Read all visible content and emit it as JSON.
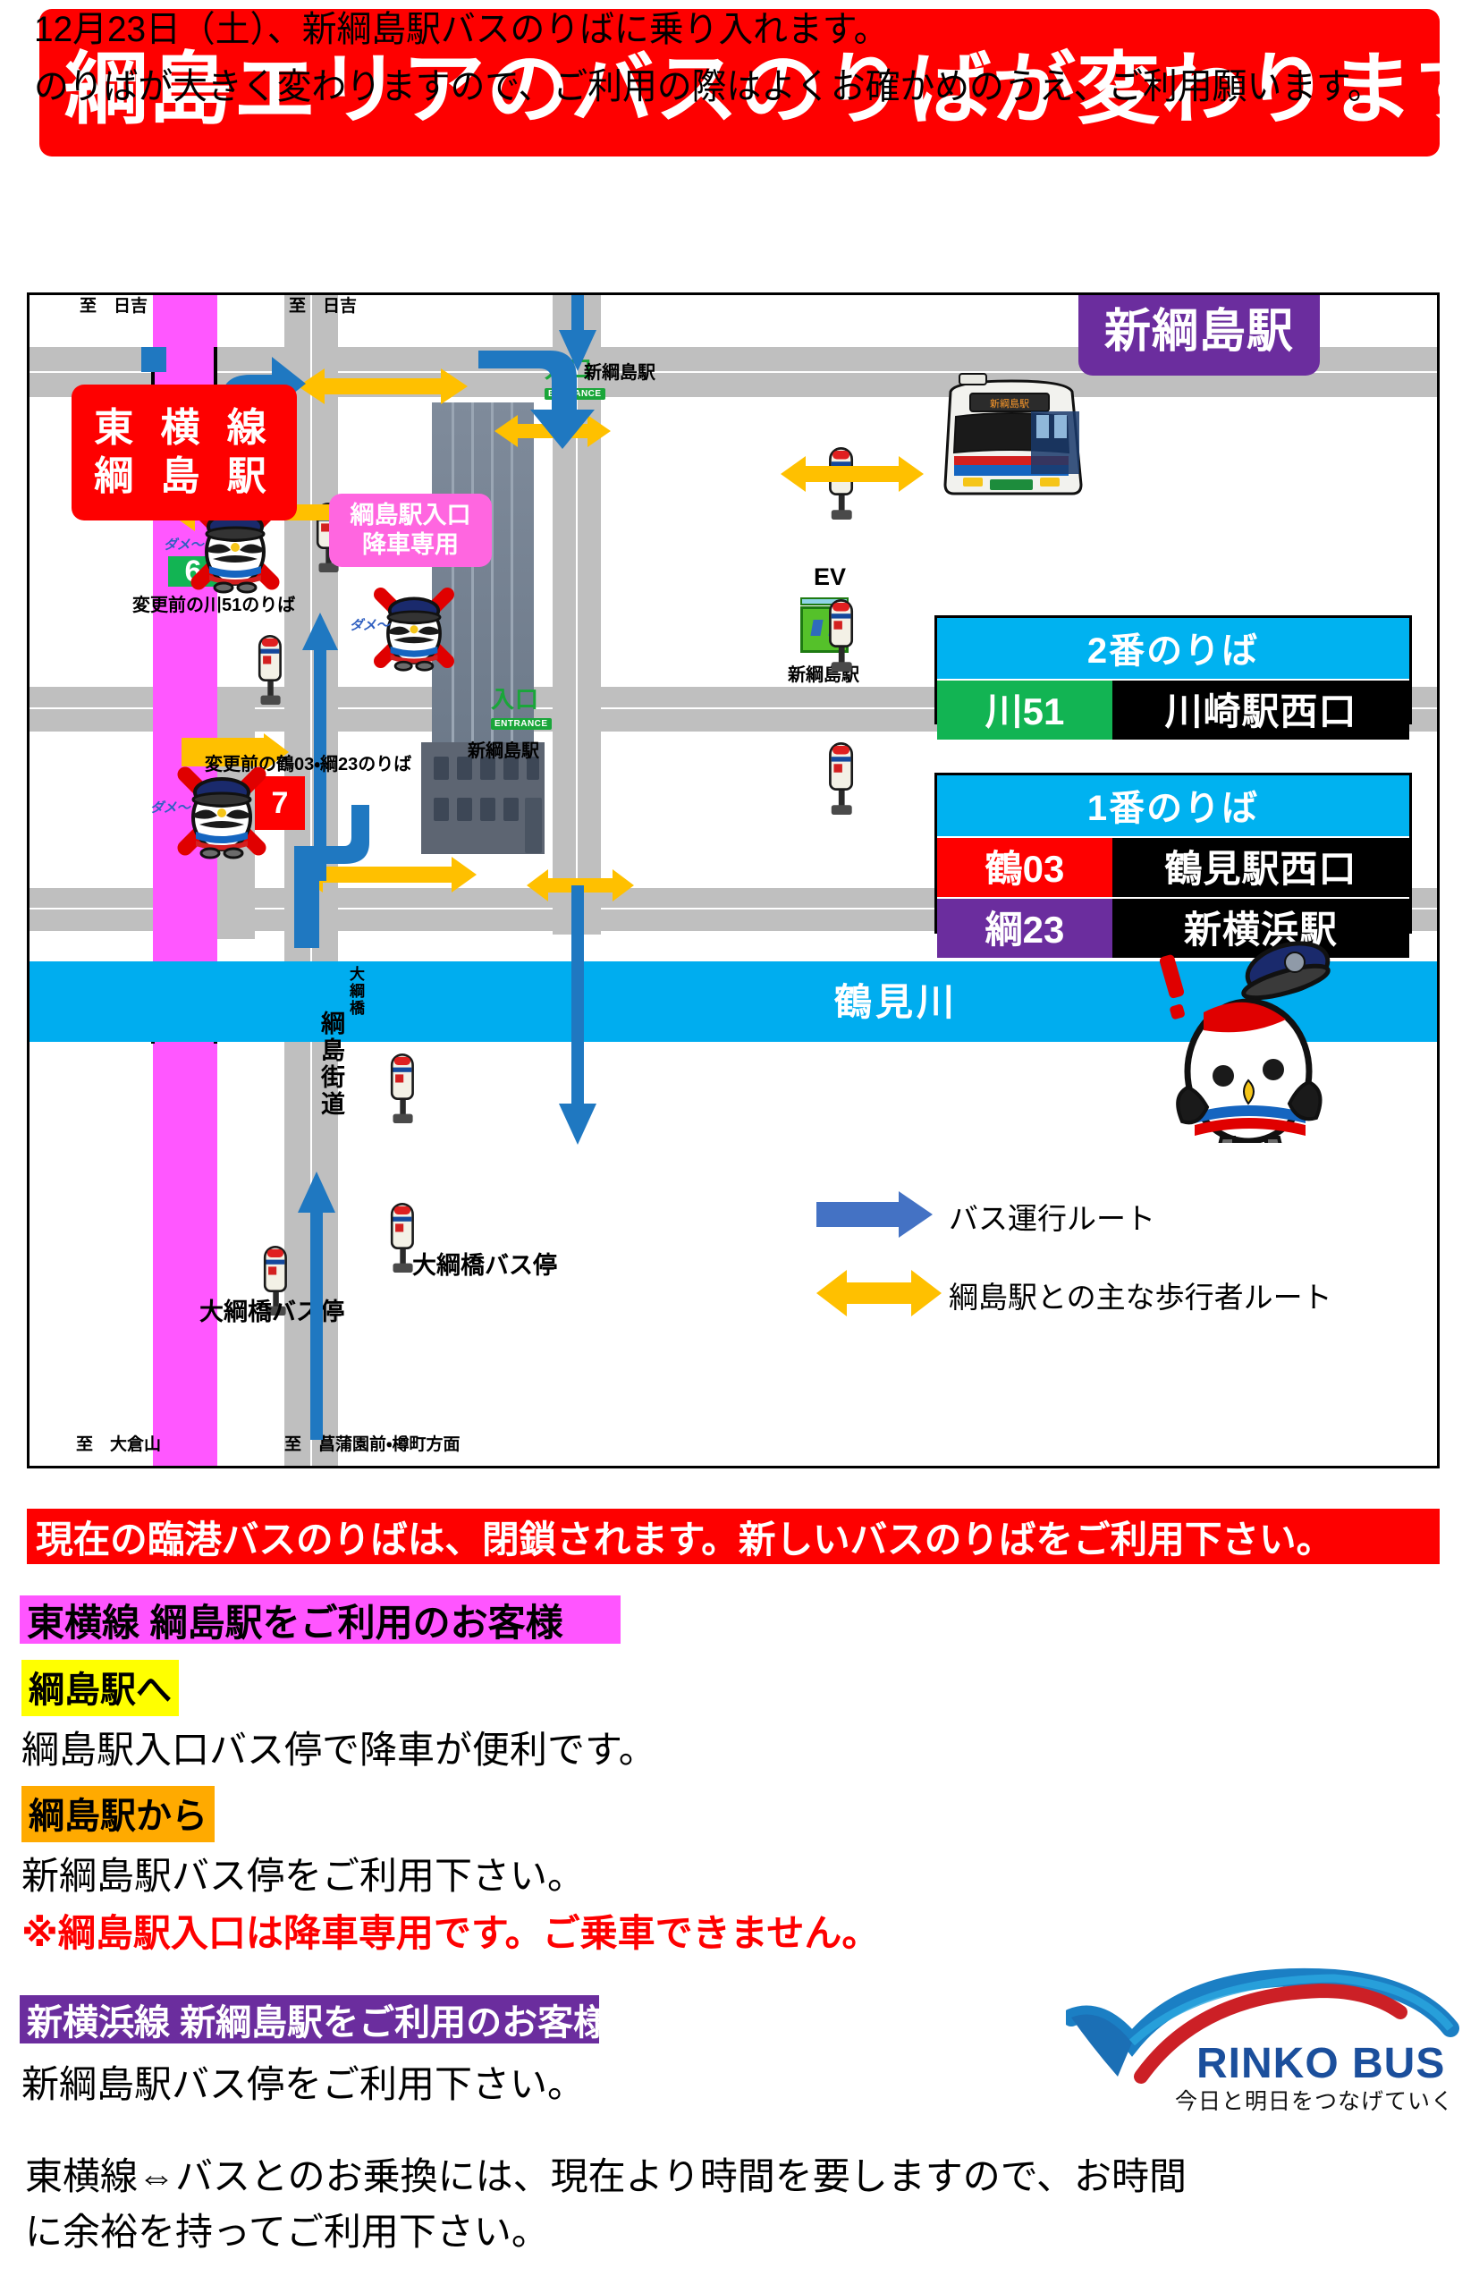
{
  "title": "綱島エリアのバスのりばが変わります！",
  "intro": {
    "line1": "12月23日（土）、新綱島駅バスのりばに乗り入れます。",
    "line2": "のりばが大きく変わりますので、ご利用の際はよくお確かめのうえ、ご利用願います。"
  },
  "map": {
    "edge_labels": {
      "top_left": "至　日吉",
      "top_center": "至　日吉",
      "bottom_left": "至　大倉山",
      "bottom_center": "至　菖蒲園前・樽町方面"
    },
    "rail_plate": {
      "line1": "東 横 線",
      "line2": "綱 島 駅"
    },
    "shin_plate": "新綱島駅",
    "drop_off_plate": {
      "line1": "綱島駅入口",
      "line2": "降車専用"
    },
    "old_stop_6": {
      "number": "6",
      "caption": "変更前の川51のりば"
    },
    "old_stop_7": {
      "number": "7",
      "caption": "変更前の鶴03・綱23のりば"
    },
    "ev_label": "EV",
    "station_label_upper": "新綱島駅",
    "station_label_lower": "新綱島駅",
    "entrance_jp": "入口",
    "entrance_en": "ENTRANCE",
    "entrance_upper_station": "新綱島駅",
    "entrance_lower_station": "新綱島駅",
    "river_label": "鶴見川",
    "road_label": "綱島街道",
    "bridge_label": "大綱橋",
    "bus_stop_left": "大綱橋バス停",
    "bus_stop_right": "大綱橋バス停",
    "stop_boxes": [
      {
        "header": "2番のりば",
        "rows": [
          {
            "code": "川51",
            "code_color": "#12b453",
            "destination": "川崎駅西口"
          }
        ]
      },
      {
        "header": "1番のりば",
        "rows": [
          {
            "code": "鶴03",
            "code_color": "#fe0000",
            "destination": "鶴見駅西口"
          },
          {
            "code": "綱23",
            "code_color": "#6b2d9e",
            "destination": "新横浜駅"
          }
        ]
      }
    ],
    "legend": [
      {
        "label": "バス運行ルート",
        "color": "#4472c4",
        "style": "single"
      },
      {
        "label": "綱島駅との主な歩行者ルート",
        "color": "#ffc000",
        "style": "double"
      }
    ]
  },
  "notice": {
    "closure_banner": "現在の臨港バスのりばは、閉鎖されます。新しいバスのりばをご利用下さい。",
    "toyoko_header": "東横線 綱島駅をご利用のお客様",
    "to_station_label": "綱島駅へ",
    "to_station_text": "綱島駅入口バス停で降車が便利です。",
    "from_station_label": "綱島駅から",
    "from_station_text": "新綱島駅バス停をご利用下さい。",
    "warning": "※綱島駅入口は降車専用です。ご乗車できません。",
    "shinyokohama_header": "新横浜線 新綱島駅をご利用のお客様",
    "shinyokohama_text": "新綱島駅バス停をご利用下さい。",
    "tail_line1": "東横線⇔バスとのお乗換には、現在より時間を要しますので、お時間",
    "tail_line2": "に余裕を持ってご利用下さい。"
  },
  "logo": {
    "word": "RINKO BUS",
    "tagline": "今日と明日をつなげていく"
  },
  "colors": {
    "title_red": "#fe0000",
    "rail_pink": "#ff57ff",
    "river_blue": "#00adef",
    "header_cyan": "#00b2f0",
    "purple": "#6b2d9e",
    "magenta": "#ff55ff",
    "yellow": "#ffff00",
    "orange": "#ffaa00",
    "bus_arrow": "#4472c4",
    "walk_arrow": "#ffc000",
    "road_gray": "#bfbfbf"
  }
}
